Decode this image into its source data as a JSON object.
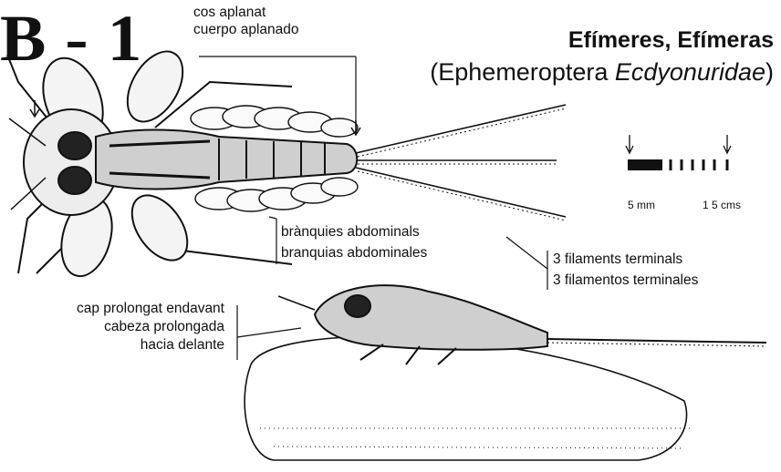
{
  "plate": {
    "id": "B - 1"
  },
  "title": {
    "common": "Efímeres, Efímeras",
    "sci_prefix": "(Ephemeroptera ",
    "sci_family": "Ecdyonuridae",
    "sci_suffix": ")"
  },
  "labels": {
    "flat_ca": "cos aplanat",
    "flat_es": "cuerpo aplanado",
    "gills_ca": "brànquies abdominals",
    "gills_es": "branquias abdominales",
    "filaments_ca": "3 filaments terminals",
    "filaments_es": "3 filamentos terminales",
    "head_ca": "cap prolongat endavant",
    "head_es_1": "cabeza prolongada",
    "head_es_2": "hacia delante"
  },
  "scale": {
    "a": "5 mm",
    "b": "1 5 cms"
  }
}
